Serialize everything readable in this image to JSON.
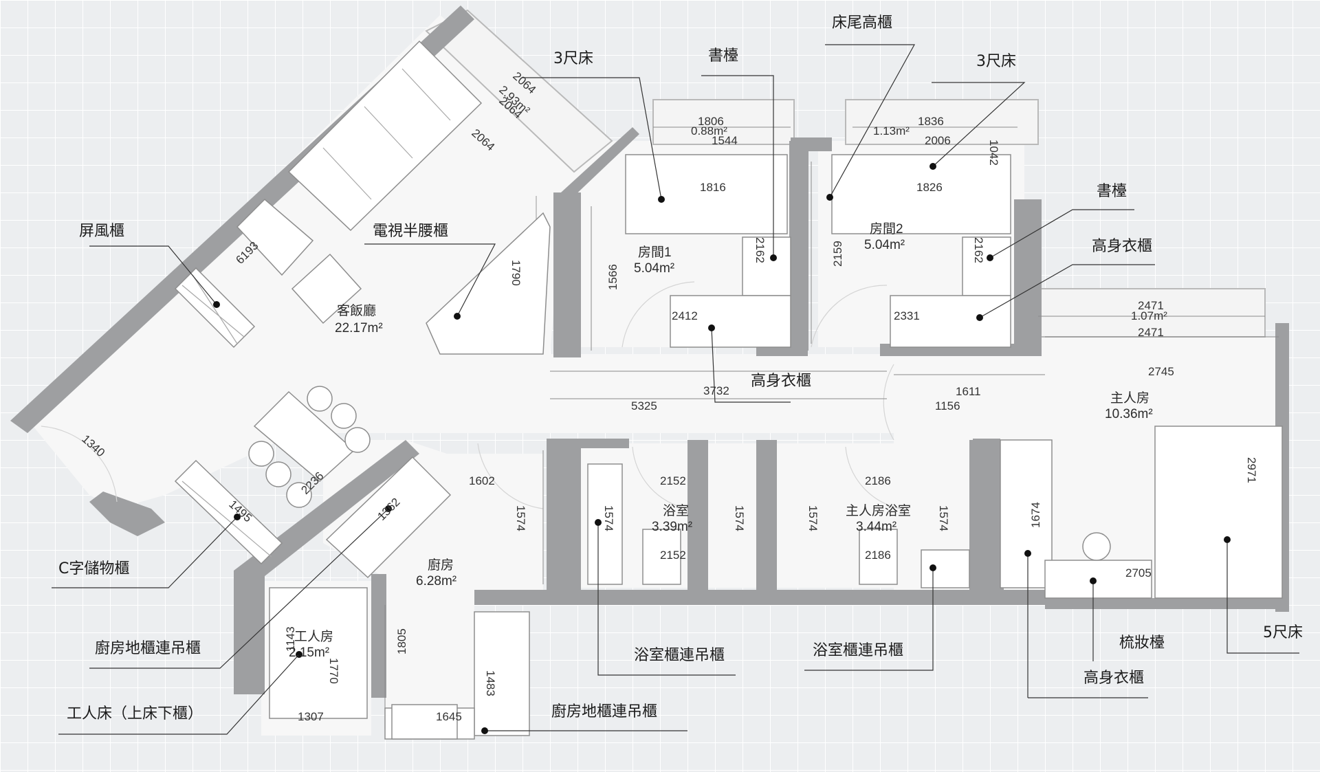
{
  "rooms": {
    "living": {
      "name": "客飯廳",
      "area": "22.17m²"
    },
    "room1": {
      "name": "房間1",
      "area": "5.04m²"
    },
    "room2": {
      "name": "房間2",
      "area": "5.04m²"
    },
    "master": {
      "name": "主人房",
      "area": "10.36m²"
    },
    "kitchen": {
      "name": "廚房",
      "area": "6.28m²"
    },
    "bath": {
      "name": "浴室",
      "area": "3.39m²"
    },
    "master_bath": {
      "name": "主人房浴室",
      "area": "3.44m²"
    },
    "helper": {
      "name": "工人房",
      "area": "2.15m²"
    },
    "balcony_top": {
      "area": "0.88m²"
    },
    "balcony_top2": {
      "area": "1.13m²"
    },
    "balcony_right": {
      "area": "1.07m²"
    },
    "balcony_living": {
      "area": "2.93m²"
    }
  },
  "callouts": {
    "screen_cabinet": "屏風櫃",
    "tv_cabinet": "電視半腰櫃",
    "bed3_left": "3尺床",
    "desk_top": "書檯",
    "bed_end_cabinet": "床尾高櫃",
    "bed3_right": "3尺床",
    "desk_right": "書檯",
    "tall_wardrobe_right": "高身衣櫃",
    "tall_wardrobe_mid": "高身衣櫃",
    "c_storage": "C字儲物櫃",
    "kitchen_cabinet_left": "廚房地櫃連吊櫃",
    "helper_bed": "工人床（上床下櫃）",
    "bath_cabinet": "浴室櫃連吊櫃",
    "master_bath_cabinet": "浴室櫃連吊櫃",
    "kitchen_cabinet_bottom": "廚房地櫃連吊櫃",
    "dresser": "梳妝檯",
    "tall_wardrobe_bottom": "高身衣櫃",
    "bed5": "5尺床"
  },
  "dimensions": {
    "d2064a": "2064",
    "d2064b": "2064",
    "d2064c": "2064",
    "d6193": "6193",
    "d1790": "1790",
    "d1340": "1340",
    "d2236": "2236",
    "d1495": "1495",
    "d1362": "1362",
    "d1806": "1806",
    "d1544": "1544",
    "d1816": "1816",
    "d1566": "1566",
    "d2162a": "2162",
    "d2412": "2412",
    "d3732": "3732",
    "d1836": "1836",
    "d2006": "2006",
    "d1042": "1042",
    "d1826": "1826",
    "d2159": "2159",
    "d2162b": "2162",
    "d2331": "2331",
    "d2471a": "2471",
    "d2471b": "2471",
    "d2745": "2745",
    "d1611": "1611",
    "d1156": "1156",
    "d5325": "5325",
    "d2971": "2971",
    "d2705": "2705",
    "d1674": "1674",
    "d1602": "1602",
    "d1574a": "1574",
    "d1574b": "1574",
    "d1574c": "1574",
    "d1574d": "1574",
    "d1574e": "1574",
    "d2152a": "2152",
    "d2152b": "2152",
    "d2186a": "2186",
    "d2186b": "2186",
    "d1805": "1805",
    "d1483": "1483",
    "d1645": "1645",
    "d1143": "1143",
    "d1770": "1770",
    "d1307": "1307"
  }
}
